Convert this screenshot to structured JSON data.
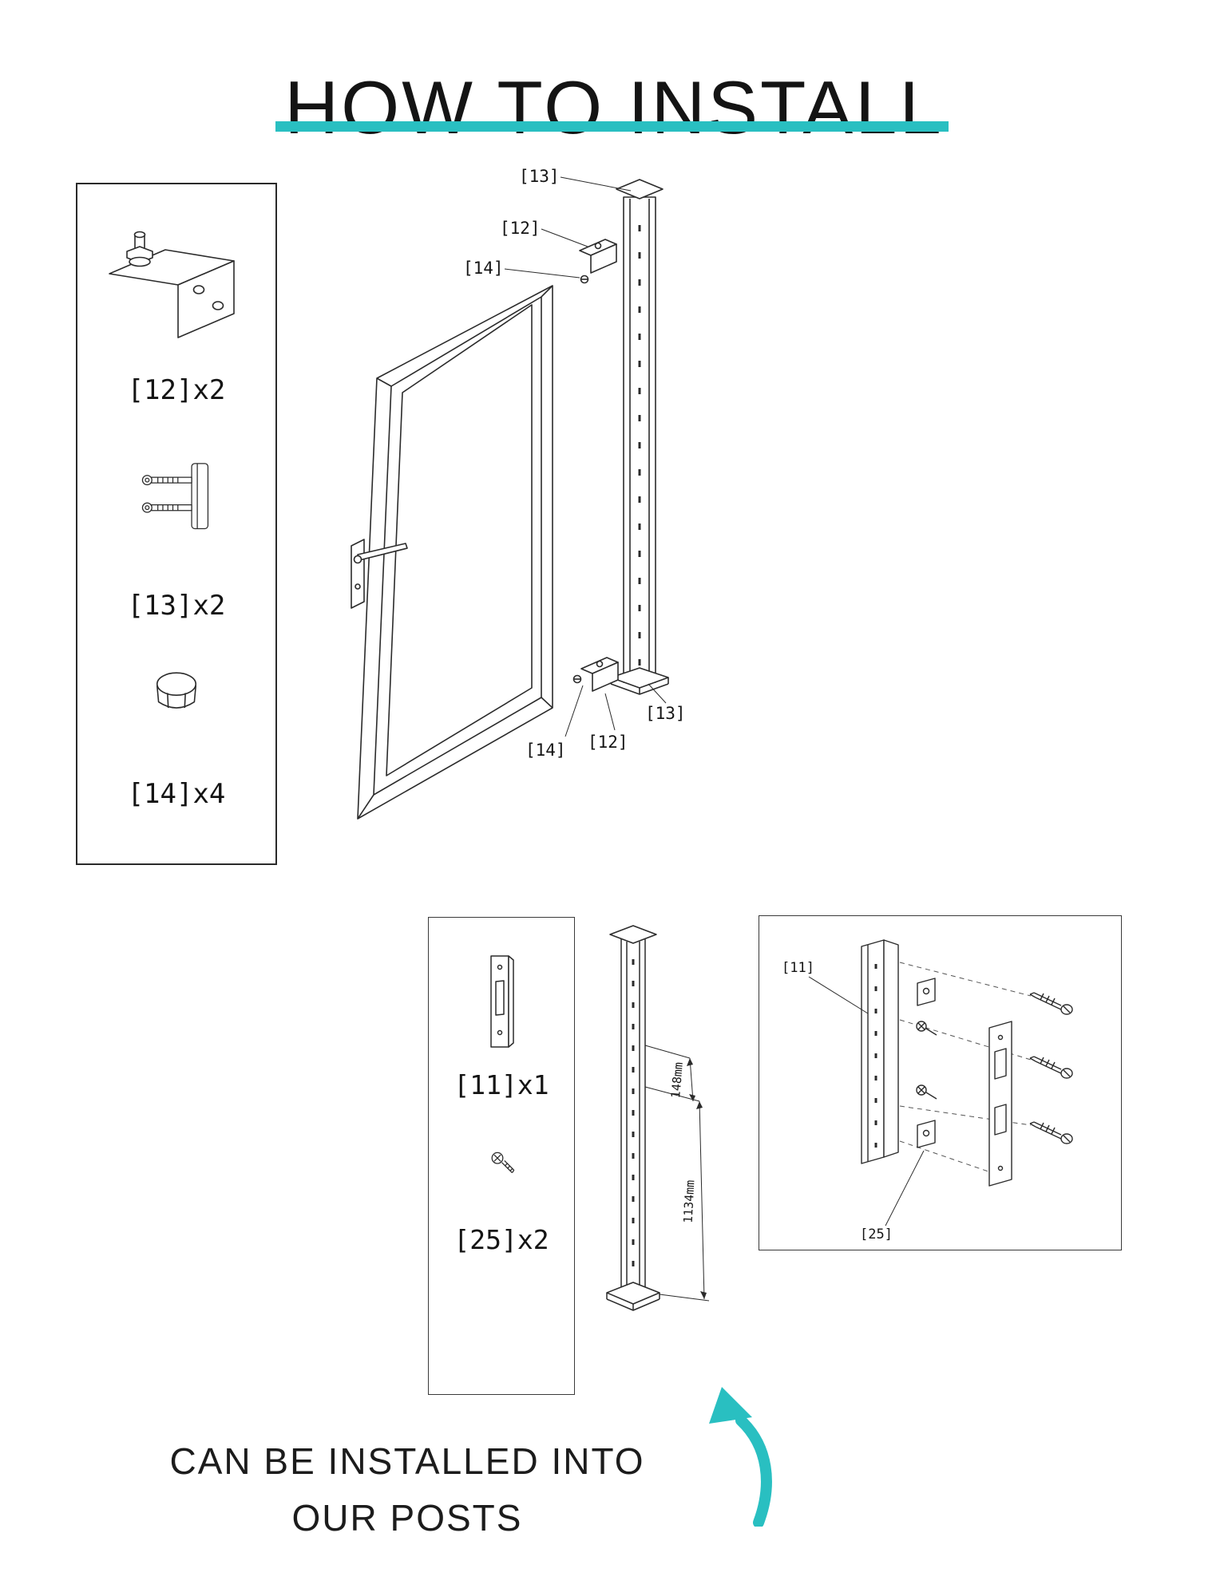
{
  "page": {
    "title": "HOW TO INSTALL",
    "accent_color": "#29bfc1",
    "footer_line1": "CAN BE INSTALLED INTO",
    "footer_line2": "OUR POSTS"
  },
  "top_parts": {
    "part12": {
      "label": "[12]x2",
      "icon": "corner-bracket-icon"
    },
    "part13": {
      "label": "[13]x2",
      "icon": "hinge-bolt-icon"
    },
    "part14": {
      "label": "[14]x4",
      "icon": "cap-nut-icon"
    }
  },
  "gate_diagram": {
    "callout_13_top": "[13]",
    "callout_12_top": "[12]",
    "callout_14_top": "[14]",
    "callout_14_bottom": "[14]",
    "callout_12_bottom": "[12]",
    "callout_13_bottom": "[13]"
  },
  "bottom_parts": {
    "part11": {
      "label": "[11]x1",
      "icon": "latch-keeper-icon"
    },
    "part25": {
      "label": "[25]x2",
      "icon": "screw-icon"
    }
  },
  "post_diagram": {
    "dim_top": "148mm",
    "dim_bottom": "1134mm"
  },
  "latch_box": {
    "callout_11": "[11]",
    "callout_25": "[25]"
  }
}
